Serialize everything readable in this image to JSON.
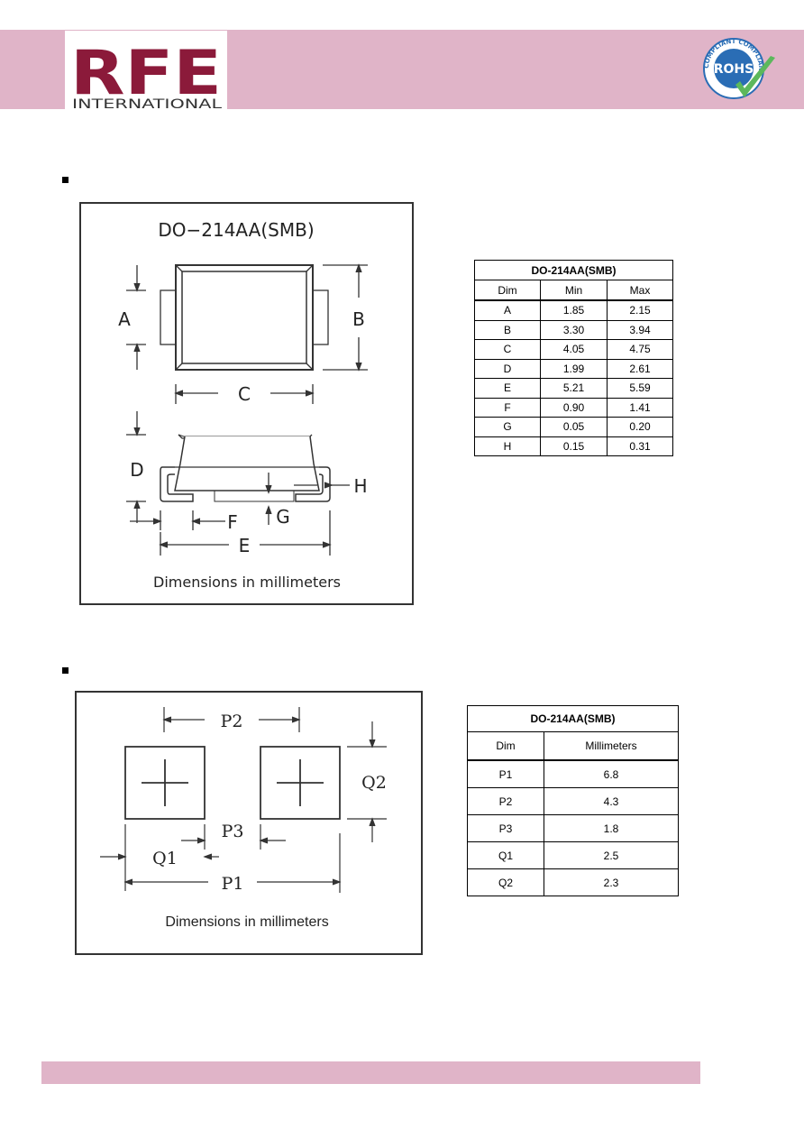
{
  "header": {
    "logo_main": "RFE",
    "logo_sub": "INTERNATIONAL",
    "rohs_label": "ROHS",
    "rohs_ring_text": "COMPLIANT COMPLIANT COMPLIANT",
    "colors": {
      "band": "#e0b4c8",
      "logo_red": "#8b1a3a"
    }
  },
  "package_drawing": {
    "title": "DO−214AA(SMB)",
    "labels": {
      "A": "A",
      "B": "B",
      "C": "C",
      "D": "D",
      "E": "E",
      "F": "F",
      "G": "G",
      "H": "H"
    },
    "caption": "Dimensions  in  millimeters"
  },
  "package_table": {
    "title": "DO-214AA(SMB)",
    "headers": [
      "Dim",
      "Min",
      "Max"
    ],
    "rows": [
      [
        "A",
        "1.85",
        "2.15"
      ],
      [
        "B",
        "3.30",
        "3.94"
      ],
      [
        "C",
        "4.05",
        "4.75"
      ],
      [
        "D",
        "1.99",
        "2.61"
      ],
      [
        "E",
        "5.21",
        "5.59"
      ],
      [
        "F",
        "0.90",
        "1.41"
      ],
      [
        "G",
        "0.05",
        "0.20"
      ],
      [
        "H",
        "0.15",
        "0.31"
      ]
    ]
  },
  "pad_drawing": {
    "labels": {
      "P1": "P1",
      "P2": "P2",
      "P3": "P3",
      "Q1": "Q1",
      "Q2": "Q2"
    },
    "caption": "Dimensions in millimeters"
  },
  "pad_table": {
    "title": "DO-214AA(SMB)",
    "headers": [
      "Dim",
      "Millimeters"
    ],
    "rows": [
      [
        "P1",
        "6.8"
      ],
      [
        "P2",
        "4.3"
      ],
      [
        "P3",
        "1.8"
      ],
      [
        "Q1",
        "2.5"
      ],
      [
        "Q2",
        "2.3"
      ]
    ]
  }
}
